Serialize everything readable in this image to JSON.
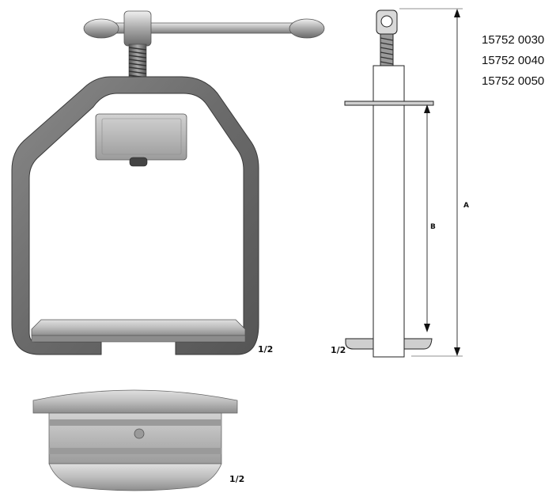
{
  "part_numbers": [
    "15752 0030",
    "15752 0040",
    "15752 0050"
  ],
  "scale_labels": {
    "front_view": "1/2",
    "side_view": "1/2",
    "plate_view": "1/2"
  },
  "dimension_labels": {
    "a": "A",
    "b": "B"
  },
  "colors": {
    "metal_dark": "#6e6e6e",
    "metal_mid": "#9a9a9a",
    "metal_light": "#c8c8c8",
    "line": "#222222"
  }
}
